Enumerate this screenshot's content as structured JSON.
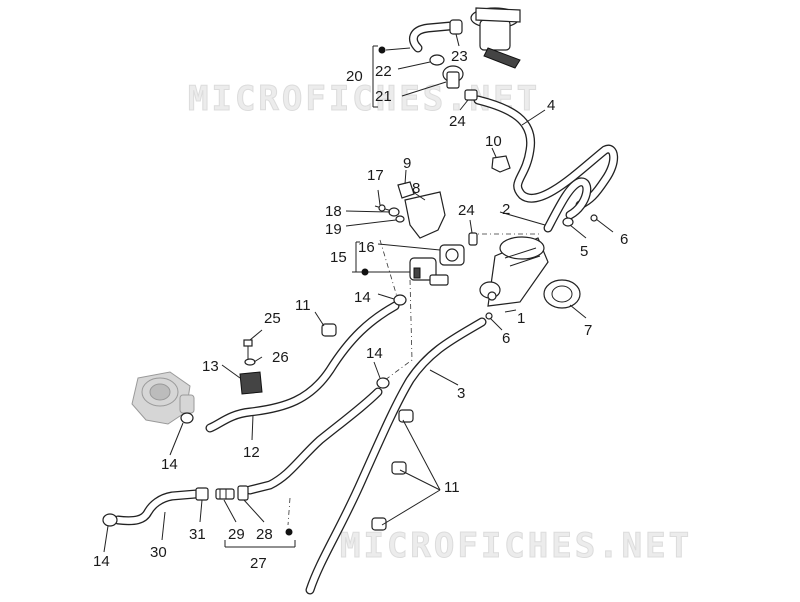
{
  "watermark": {
    "text": "MICROFICHES.NET"
  },
  "callouts": [
    {
      "id": "c1",
      "text": "1"
    },
    {
      "id": "c2",
      "text": "2"
    },
    {
      "id": "c3",
      "text": "3"
    },
    {
      "id": "c4",
      "text": "4"
    },
    {
      "id": "c5",
      "text": "5"
    },
    {
      "id": "c6a",
      "text": "6"
    },
    {
      "id": "c6b",
      "text": "6"
    },
    {
      "id": "c7",
      "text": "7"
    },
    {
      "id": "c8",
      "text": "8"
    },
    {
      "id": "c9",
      "text": "9"
    },
    {
      "id": "c10",
      "text": "10"
    },
    {
      "id": "c11a",
      "text": "11"
    },
    {
      "id": "c11b",
      "text": "11"
    },
    {
      "id": "c12",
      "text": "12"
    },
    {
      "id": "c13",
      "text": "13"
    },
    {
      "id": "c14a",
      "text": "14"
    },
    {
      "id": "c14b",
      "text": "14"
    },
    {
      "id": "c14c",
      "text": "14"
    },
    {
      "id": "c14d",
      "text": "14"
    },
    {
      "id": "c15",
      "text": "15"
    },
    {
      "id": "c16",
      "text": "16"
    },
    {
      "id": "c17",
      "text": "17"
    },
    {
      "id": "c18",
      "text": "18"
    },
    {
      "id": "c19",
      "text": "19"
    },
    {
      "id": "c20",
      "text": "20"
    },
    {
      "id": "c21",
      "text": "21"
    },
    {
      "id": "c22",
      "text": "22"
    },
    {
      "id": "c23",
      "text": "23"
    },
    {
      "id": "c24a",
      "text": "24"
    },
    {
      "id": "c24b",
      "text": "24"
    },
    {
      "id": "c25",
      "text": "25"
    },
    {
      "id": "c26",
      "text": "26"
    },
    {
      "id": "c27",
      "text": "27"
    },
    {
      "id": "c28",
      "text": "28"
    },
    {
      "id": "c29",
      "text": "29"
    },
    {
      "id": "c30",
      "text": "30"
    },
    {
      "id": "c31",
      "text": "31"
    }
  ]
}
